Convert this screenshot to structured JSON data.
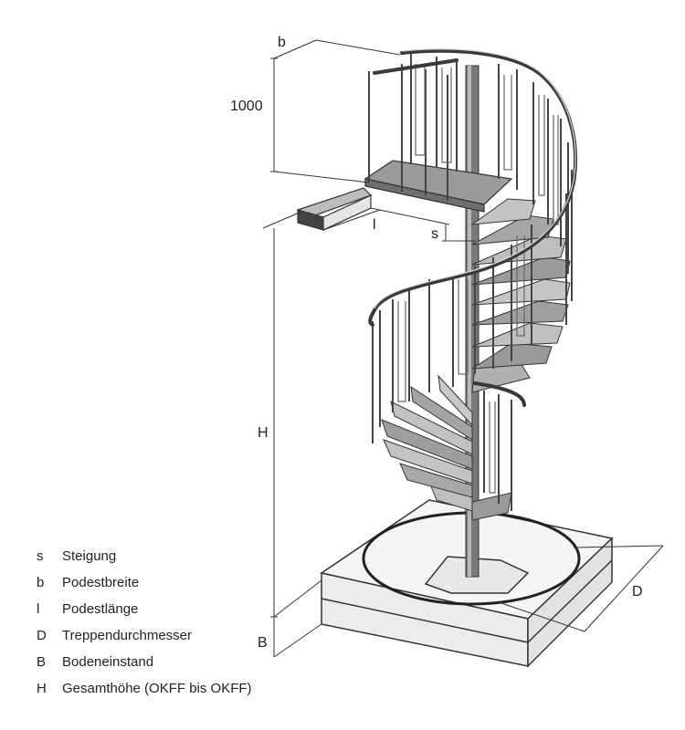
{
  "dimension_labels": {
    "b": "b",
    "height_1000": "1000",
    "l": "l",
    "s": "s",
    "H": "H",
    "D": "D",
    "B": "B"
  },
  "legend": [
    {
      "symbol": "s",
      "text": "Steigung"
    },
    {
      "symbol": "b",
      "text": "Podestbreite"
    },
    {
      "symbol": "l",
      "text": "Podestlänge"
    },
    {
      "symbol": "D",
      "text": "Treppendurchmesser"
    },
    {
      "symbol": "B",
      "text": "Bodeneinstand"
    },
    {
      "symbol": "H",
      "text": "Gesamthöhe (OKFF bis OKFF)"
    }
  ],
  "colors": {
    "line": "#222222",
    "steel_light": "#bdbdbd",
    "steel_mid": "#8f8f8f",
    "steel_dark": "#555555",
    "base_fill": "#f4f4f4"
  }
}
